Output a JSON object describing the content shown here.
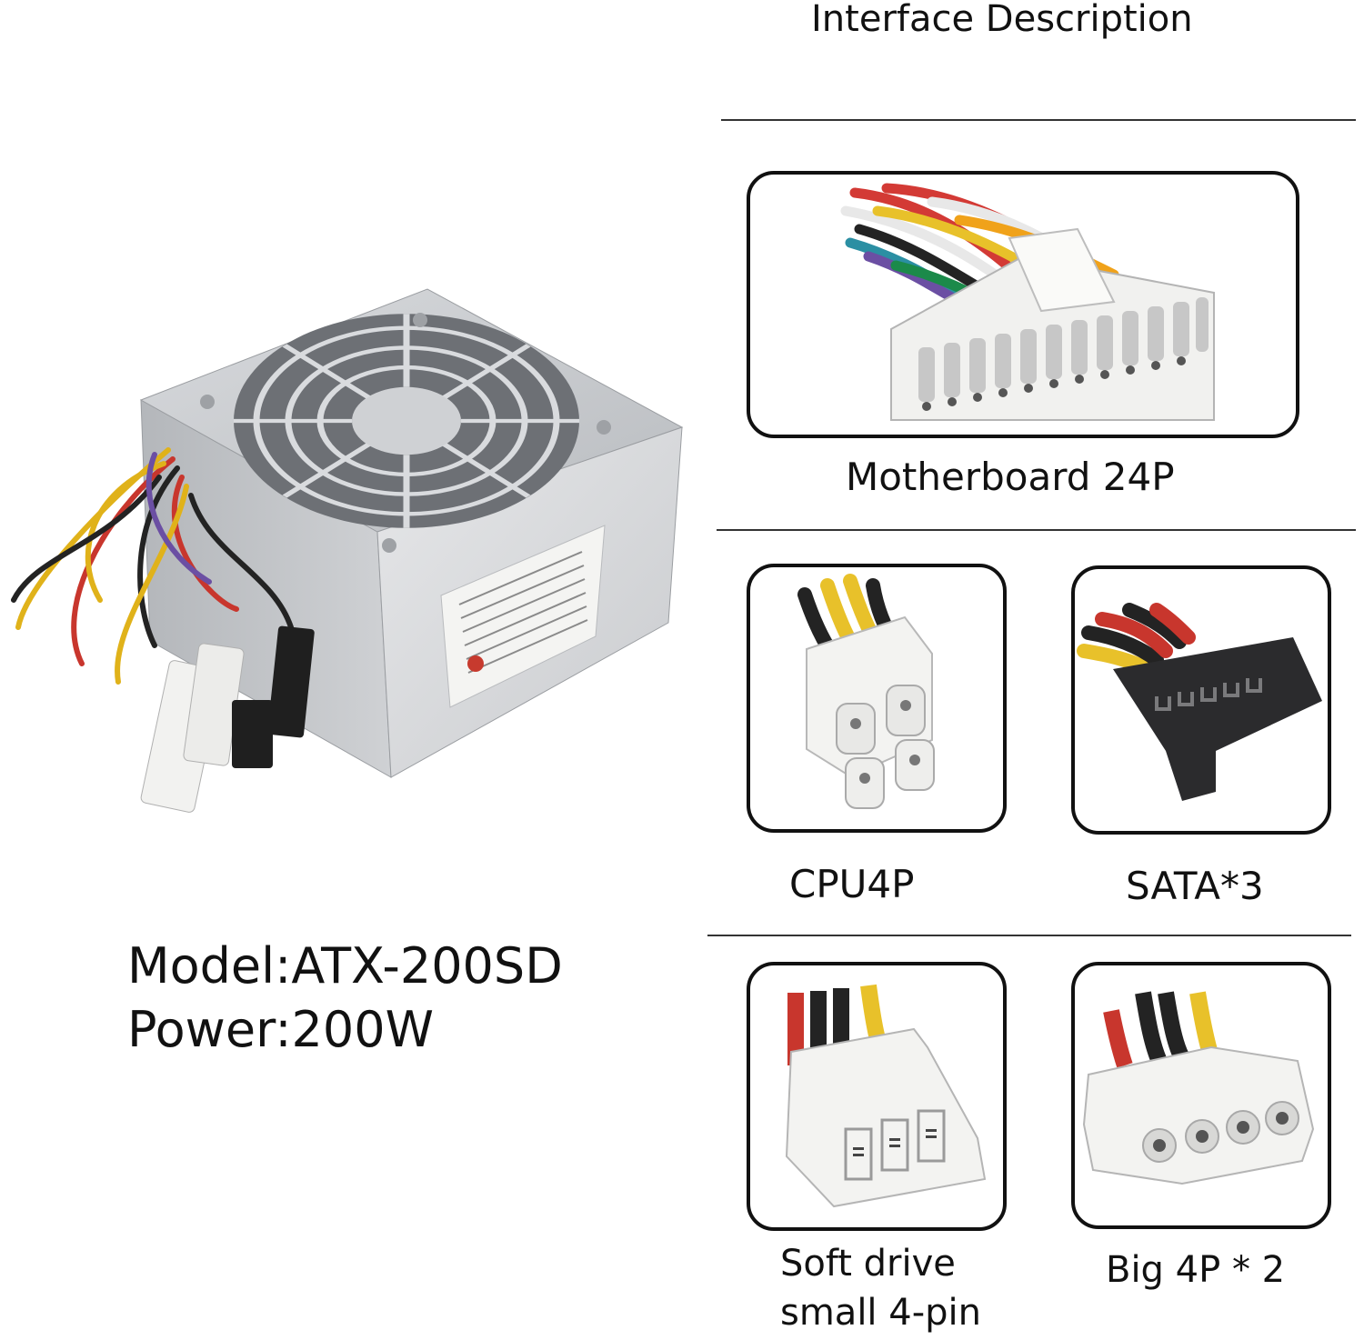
{
  "heading": "Interface Description",
  "product": {
    "model_line": "Model:ATX-200SD",
    "power_line": "Power:200W"
  },
  "connectors": [
    {
      "label": "Motherboard 24P"
    },
    {
      "label": "CPU4P"
    },
    {
      "label": "SATA*3"
    },
    {
      "label_line1": "Soft drive",
      "label_line2": "small 4-pin"
    },
    {
      "label": "Big 4P * 2"
    }
  ]
}
